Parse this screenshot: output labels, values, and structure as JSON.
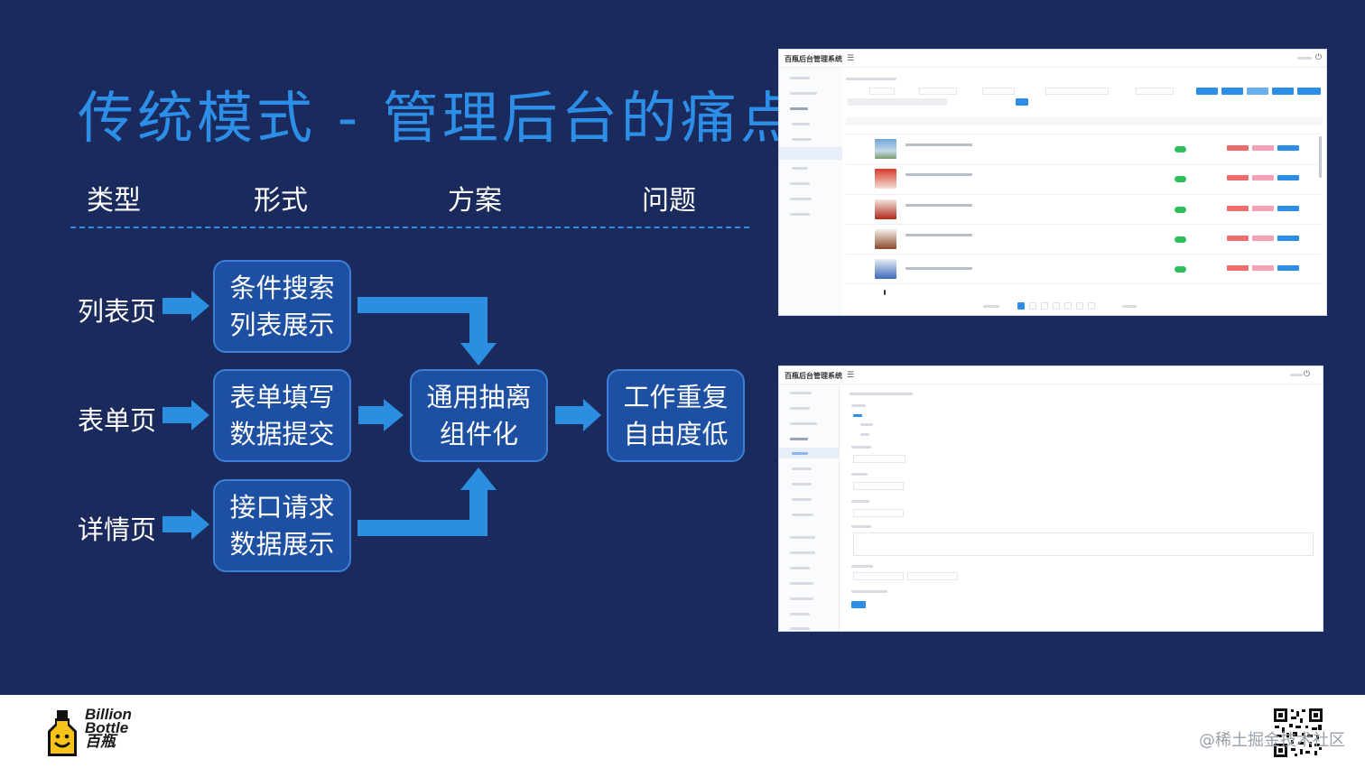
{
  "title": "传统模式 - 管理后台的痛点",
  "columns": [
    "类型",
    "形式",
    "方案",
    "问题"
  ],
  "rows": [
    {
      "label": "列表页",
      "box_line1": "条件搜索",
      "box_line2": "列表展示"
    },
    {
      "label": "表单页",
      "box_line1": "表单填写",
      "box_line2": "数据提交"
    },
    {
      "label": "详情页",
      "box_line1": "接口请求",
      "box_line2": "数据展示"
    }
  ],
  "solution": {
    "line1": "通用抽离",
    "line2": "组件化"
  },
  "problem": {
    "line1": "工作重复",
    "line2": "自由度低"
  },
  "screenshot_list": {
    "app_title": "百瓶后台管理系统"
  },
  "screenshot_form": {
    "app_title": "百瓶后台管理系统"
  },
  "brand": {
    "line1": "Billion",
    "line2": "Bottle",
    "line3": "百瓶"
  },
  "watermark": "@稀土掘金技术社区",
  "colors": {
    "background": "#1b2a5c",
    "accent": "#2d8ee8",
    "box": "#1d4fa3",
    "arrow": "#2b8ee0"
  }
}
